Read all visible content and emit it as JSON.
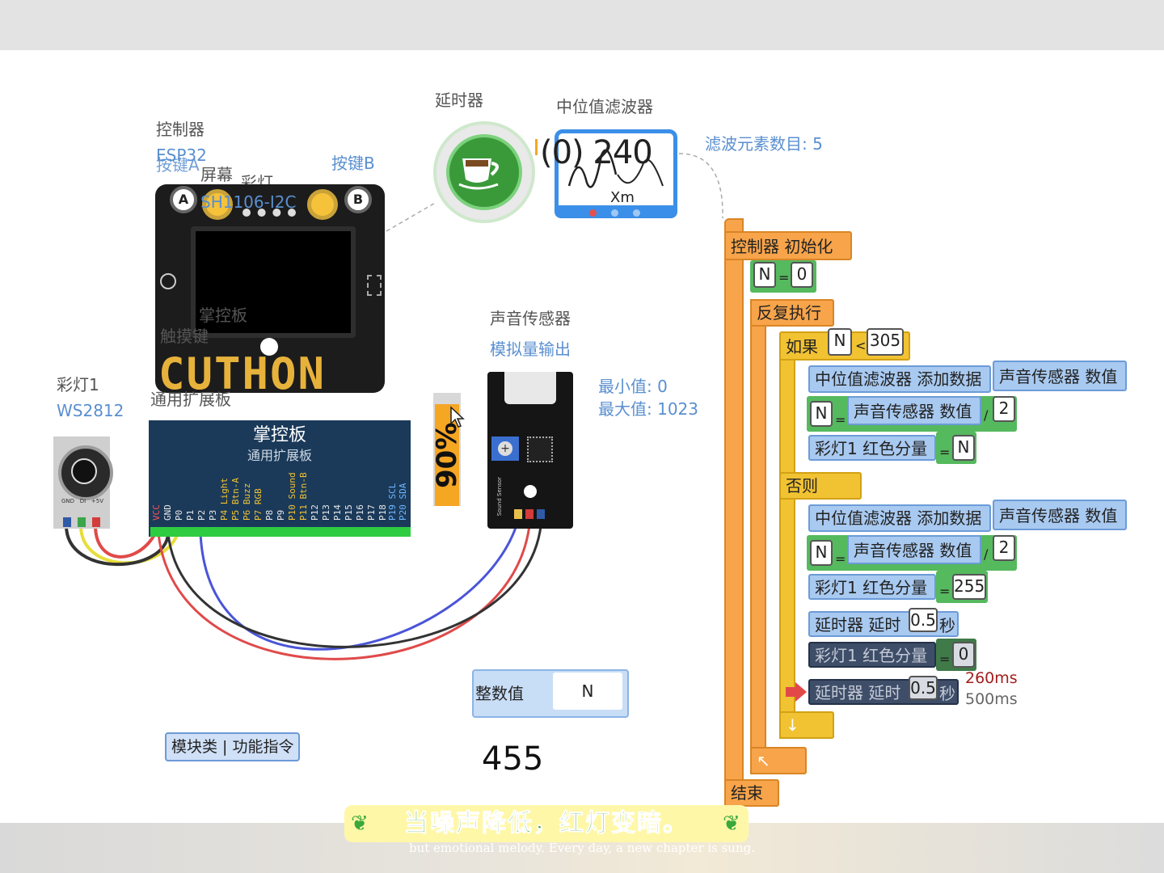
{
  "canvas": {
    "delay_title": "延时器",
    "filter_title": "中位值滤波器",
    "filter_value": "(0) 240",
    "filter_symbol": "Xm",
    "filter_count_label": "滤波元素数目: 5",
    "controller": {
      "title": "控制器",
      "model": "ESP32",
      "btn_a_label": "按键A",
      "screen_label": "屏幕",
      "screen_model": "SH1106-I2C",
      "led_label": "彩灯",
      "btn_b_label": "按键B",
      "touch_label": "触摸键",
      "brand": "掌控板",
      "logo_text": "CUTHON",
      "btn_a": "A",
      "btn_b": "B"
    },
    "ext_board": {
      "label": "通用扩展板",
      "title": "掌控板",
      "subtitle": "通用扩展板",
      "pins": [
        "VCC",
        "GND",
        "P0",
        "P1",
        "P2",
        "P3",
        "P4 Light",
        "P5 Btn-A",
        "P6 Buzz",
        "P7 RGB",
        "P8",
        "P9",
        "P10 Sound",
        "P11 Btn-B",
        "P12",
        "P13",
        "P14",
        "P15",
        "P16",
        "P17",
        "P18",
        "P19 SCL",
        "P20 SDA"
      ]
    },
    "ws2812": {
      "title": "彩灯1",
      "model": "WS2812",
      "pins": [
        "GND",
        "DI",
        "+5V"
      ]
    },
    "sound_sensor": {
      "title": "声音传感器",
      "mode": "模拟量输出",
      "min_label": "最小值: 0",
      "max_label": "最大值: 1023",
      "level_percent": 90,
      "level_text": "90%",
      "board_text": "Sound Sensor"
    },
    "variable": {
      "label": "整数值",
      "value": "N"
    },
    "reading": "455",
    "category_tag": "模块类 | 功能指令"
  },
  "program": {
    "hat_controller": "控制器",
    "hat_init": "初始化",
    "assign1": {
      "var": "N",
      "op": "=",
      "value": "0"
    },
    "loop": "反复执行",
    "if_label": "如果",
    "cond": {
      "var": "N",
      "op": "<",
      "value": "305"
    },
    "then": [
      {
        "target": "中位值滤波器",
        "action": "添加数据",
        "source": "声音传感器",
        "prop": "数值"
      },
      {
        "var": "N",
        "op": "=",
        "source": "声音传感器",
        "prop": "数值",
        "div": "/",
        "divisor": "2"
      },
      {
        "target": "彩灯1",
        "prop": "红色分量",
        "op": "=",
        "value": "N"
      }
    ],
    "else_label": "否则",
    "else": [
      {
        "target": "中位值滤波器",
        "action": "添加数据",
        "source": "声音传感器",
        "prop": "数值"
      },
      {
        "var": "N",
        "op": "=",
        "source": "声音传感器",
        "prop": "数值",
        "div": "/",
        "divisor": "2"
      },
      {
        "target": "彩灯1",
        "prop": "红色分量",
        "op": "=",
        "value": "255"
      },
      {
        "target": "延时器",
        "action": "延时",
        "value": "0.5",
        "unit": "秒"
      },
      {
        "target": "彩灯1",
        "prop": "红色分量",
        "op": "=",
        "value": "0"
      },
      {
        "target": "延时器",
        "action": "延时",
        "value": "0.5",
        "unit": "秒"
      }
    ],
    "timing_now": "260ms",
    "timing_total": "500ms",
    "end_arrow_down": "↓",
    "end_arrow_back": "↖",
    "end": "结束"
  },
  "subtitle": {
    "text": "当噪声降低，红灯变暗。",
    "english": "but emotional melody. Every day, a new chapter is sung."
  },
  "colors": {
    "block_orange": "#f7a44a",
    "block_yellow": "#f1c232",
    "block_blue": "#a8c9f0",
    "block_active": "#3e4d68",
    "accent_blue": "#3b8fe8"
  }
}
